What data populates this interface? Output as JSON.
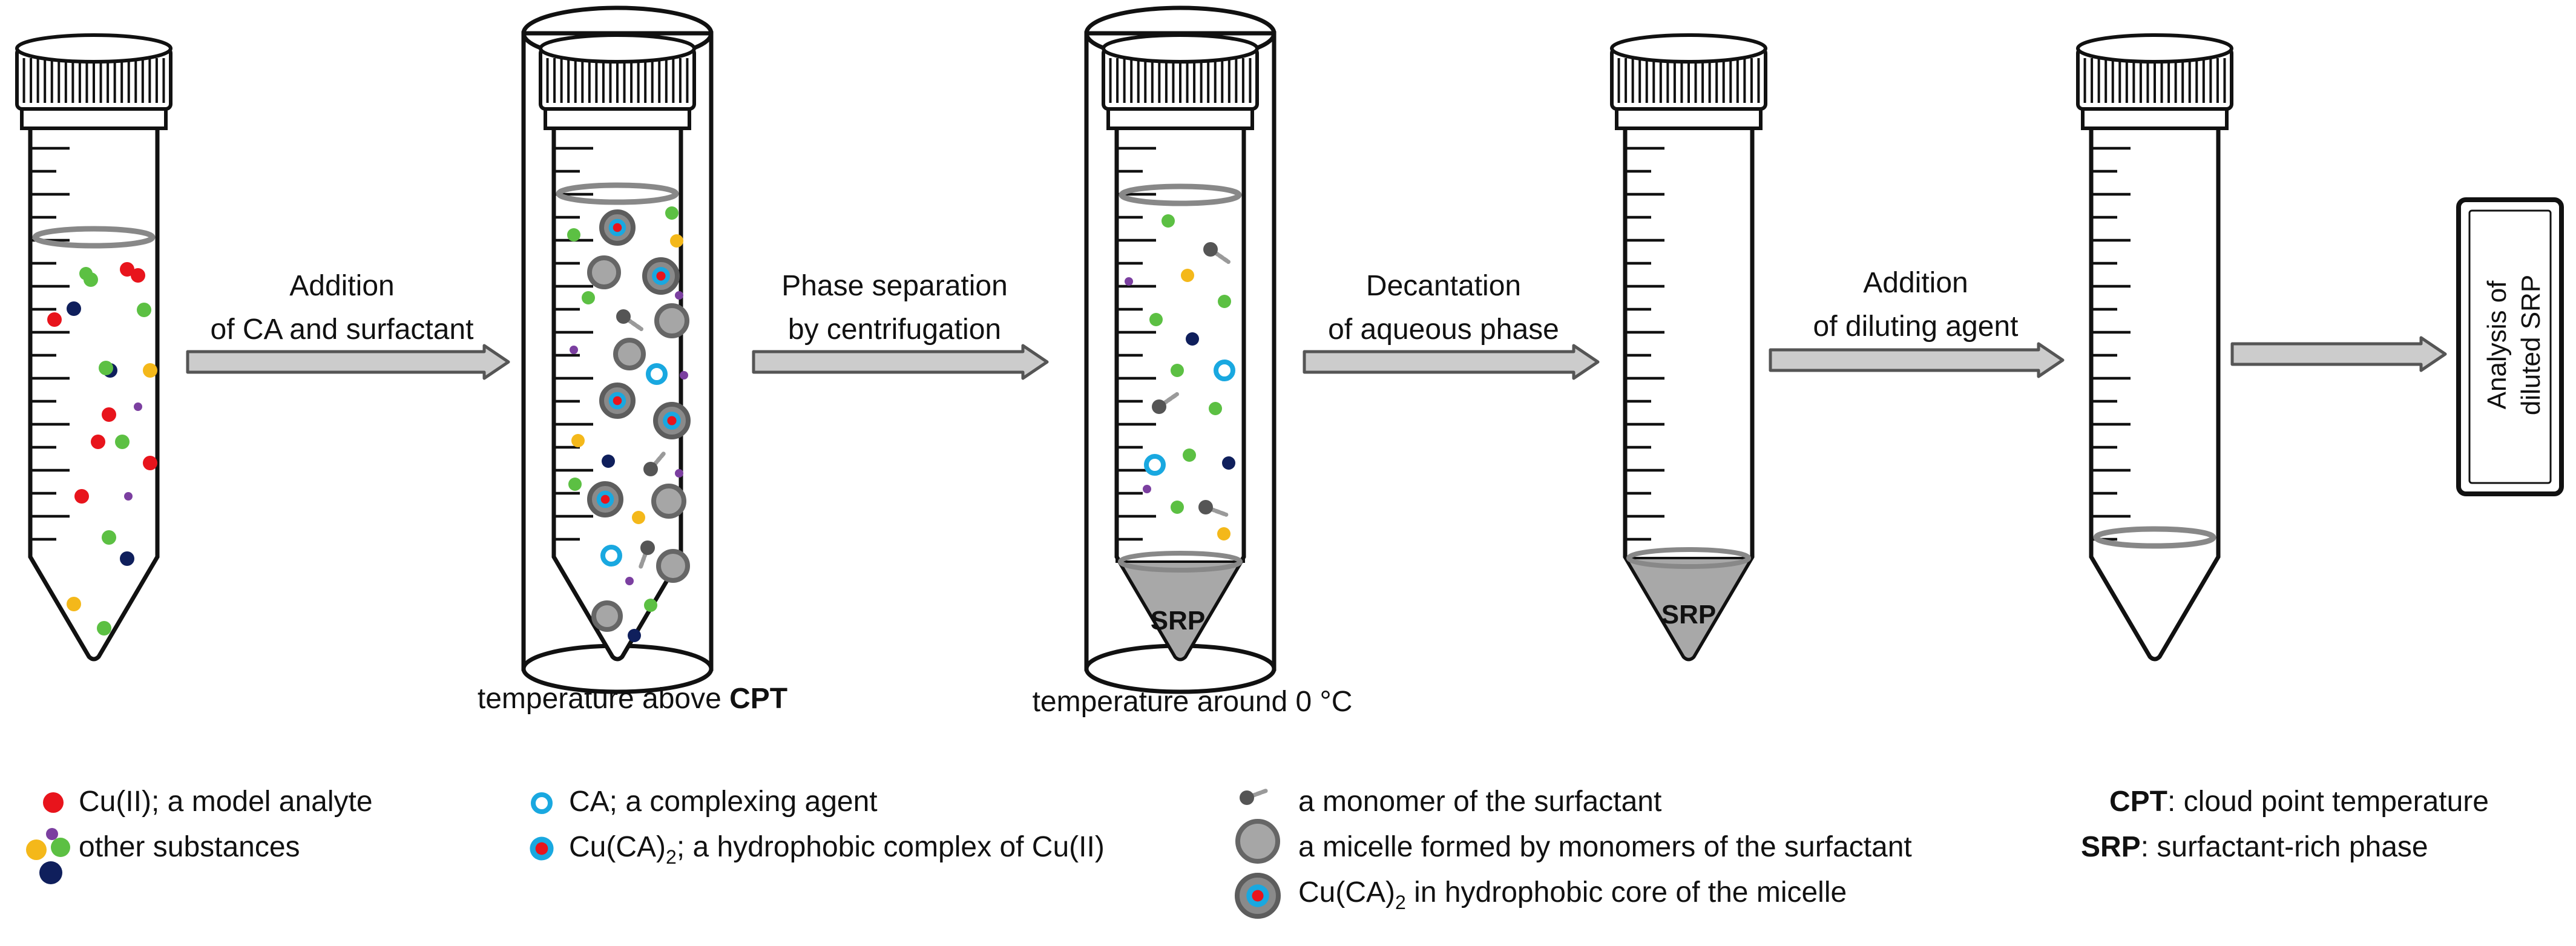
{
  "colors": {
    "analyte": "#e8141c",
    "complexing_agent": "#19a8e0",
    "micelle": "#7a7a7a",
    "navy": "#0f1f5c",
    "yellow": "#f4b81a",
    "green": "#5cc043",
    "purple": "#7b3fa0",
    "srp_fill": "#a8a8a8",
    "arrow_fill": "#cccccc"
  },
  "steps": [
    {
      "line1": "Addition",
      "line2": "of CA and surfactant"
    },
    {
      "line1": "Phase separation",
      "line2": "by centrifugation"
    },
    {
      "line1": "Decantation",
      "line2": "of aqueous phase"
    },
    {
      "line1": "Addition",
      "line2": "of diluting agent"
    }
  ],
  "tubes": {
    "srp_label": "SRP",
    "temp_above_prefix": "temperature above ",
    "temp_above_bold": "CPT",
    "temp_around": "temperature around 0 °C"
  },
  "analysis": {
    "line1": "Analysis of",
    "line2": "diluted SRP"
  },
  "legend": {
    "analyte": "Cu(II); a model analyte",
    "other": "other substances",
    "ca": "CA; a complexing agent",
    "complex_prefix": "Cu(CA)",
    "complex_sub": "2",
    "complex_suffix": "; a hydrophobic complex of Cu(II)",
    "monomer": "a monomer of the surfactant",
    "micelle": "a micelle formed by monomers of the surfactant",
    "core_prefix": "Cu(CA)",
    "core_sub": "2",
    "core_suffix": " in hydrophobic core of the micelle",
    "cpt_abbr": "CPT",
    "cpt_def": ": cloud point temperature",
    "srp_abbr": "SRP",
    "srp_def": ": surfactant-rich phase"
  }
}
